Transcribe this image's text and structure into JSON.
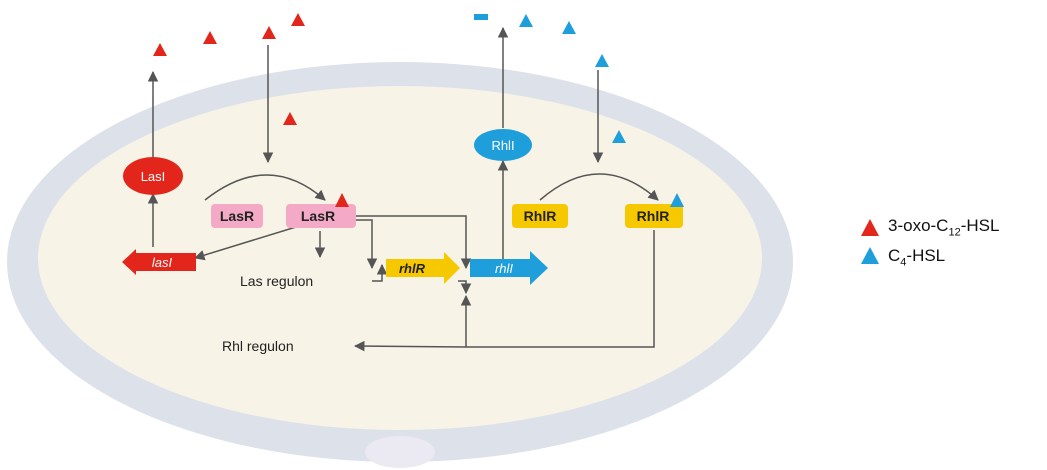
{
  "labels": {
    "lasI_protein": "LasI",
    "lasR_free": "LasR",
    "lasR_bound": "LasR",
    "lasI_gene": "lasI",
    "las_regulon": "Las regulon",
    "rhlR_gene": "rhlR",
    "rhlI_gene": "rhlI",
    "rhlI_protein": "RhlI",
    "rhlR_free": "RhlR",
    "rhlR_bound": "RhlR",
    "rhl_regulon": "Rhl regulon"
  },
  "legend": {
    "item1": {
      "prefix": "3-oxo-C",
      "sub": "12",
      "suffix": "-HSL"
    },
    "item2": {
      "prefix": "C",
      "sub": "4",
      "suffix": "-HSL"
    }
  },
  "colors": {
    "red": "#e3261b",
    "blue": "#1e9fdc",
    "yellow": "#f5c800",
    "pink": "#f4a9c6",
    "cytoplasm": "#f7f3e6",
    "membrane": "#dde1ea",
    "arrow": "#555555"
  }
}
